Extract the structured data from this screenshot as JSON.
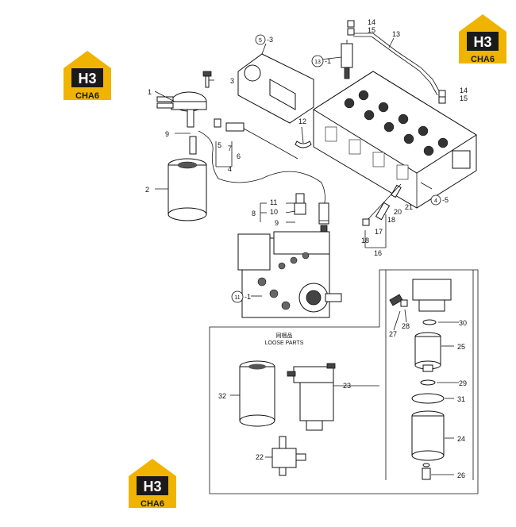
{
  "loose_parts": {
    "title_cn": "同梱品",
    "title_en": "LOOSE PARTS"
  },
  "logo": {
    "mark": "H3",
    "caption": "CHA6"
  },
  "callouts": {
    "p1": "1",
    "p2": "2",
    "p3": "3",
    "p4": "4",
    "p5": "5",
    "p6": "6",
    "p7": "7",
    "p8": "8",
    "p9a": "9",
    "p9b": "9",
    "p10": "10",
    "p11": "11",
    "p12": "12",
    "p13": "13",
    "p14a": "14",
    "p15a": "15",
    "p14b": "14",
    "p15b": "15",
    "p16": "16",
    "p17": "17",
    "p18a": "18",
    "p18b": "18",
    "p20": "20",
    "p21": "21",
    "p22": "22",
    "p23": "23",
    "p24": "24",
    "p25": "25",
    "p26": "26",
    "p27": "27",
    "p28": "28",
    "p29": "29",
    "p30": "30",
    "p31": "31",
    "p32": "32",
    "ref5": "5",
    "ref5_suffix": "-3",
    "ref13": "13",
    "ref13_suffix": "-1",
    "ref4": "4",
    "ref4_suffix": "-5",
    "ref11": "11",
    "ref11_suffix": "-1"
  },
  "colors": {
    "logo_yellow": "#f0b400",
    "logo_black": "#1a1a1a"
  }
}
